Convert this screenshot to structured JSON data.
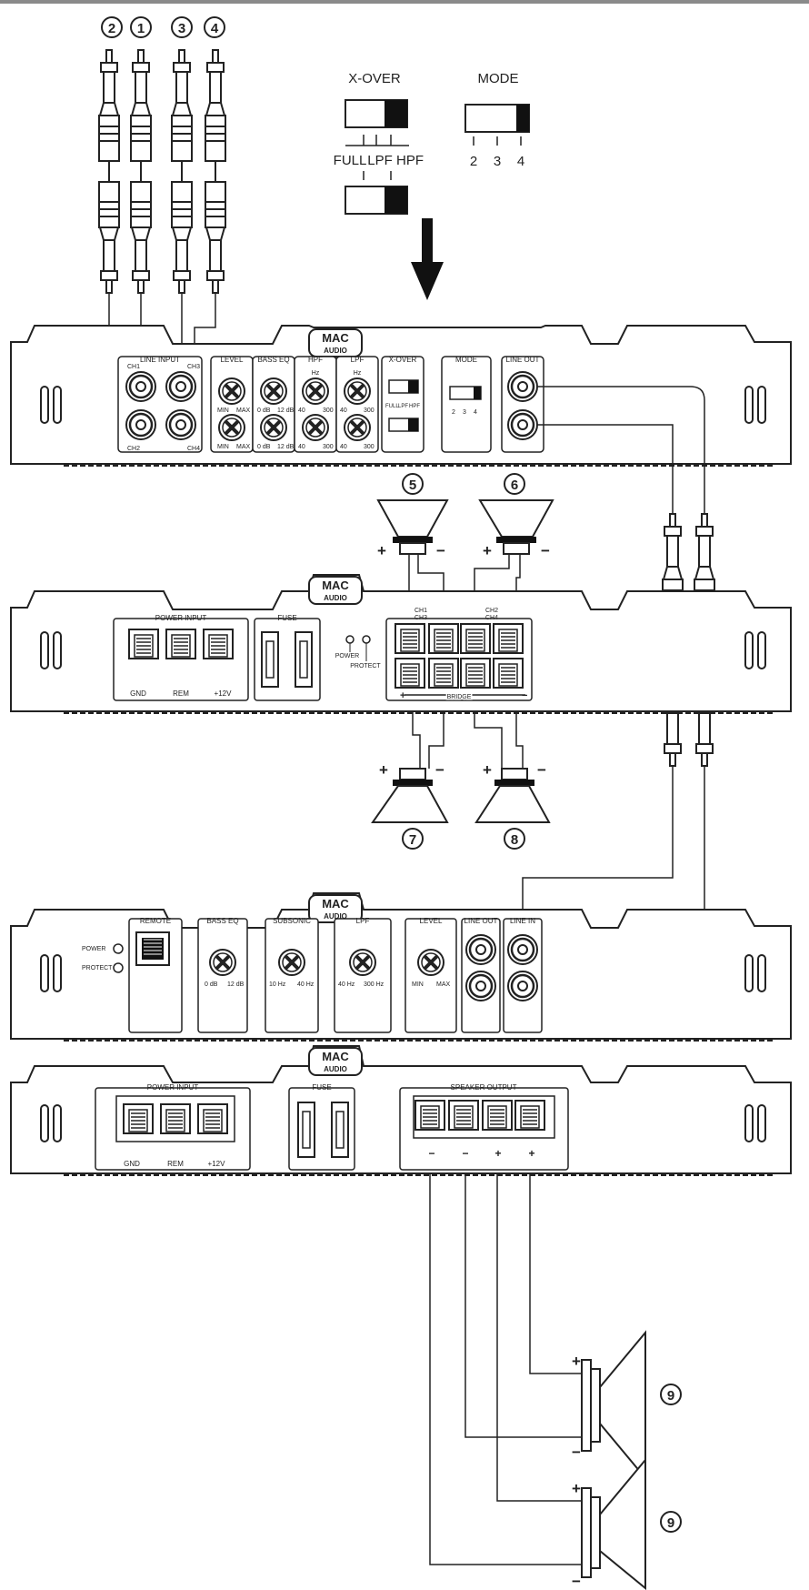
{
  "header_labels": {
    "xover": "X-OVER",
    "mode": "MODE"
  },
  "xover_switch_labels": [
    "FULL",
    "LPF",
    "HPF"
  ],
  "mode_switch_labels": [
    "2",
    "3",
    "4"
  ],
  "rca_numbers": [
    "2",
    "1",
    "3",
    "4"
  ],
  "speaker_numbers": {
    "s5": "5",
    "s6": "6",
    "s7": "7",
    "s8": "8",
    "s9a": "9",
    "s9b": "9"
  },
  "brand": {
    "line1": "MAC",
    "line2": "AUDIO"
  },
  "amp1": {
    "sections": [
      "LINE INPUT",
      "LEVEL",
      "BASS EQ",
      "HPF",
      "LPF",
      "X-OVER",
      "MODE",
      "LINE OUT"
    ],
    "input_channels": [
      "CH1",
      "CH2",
      "CH3",
      "CH4"
    ],
    "level_labels": [
      "MIN",
      "MAX",
      "MIN",
      "MAX"
    ],
    "bass_labels": [
      "0 dB",
      "12 dB",
      "0 dB",
      "12 dB"
    ],
    "hpf_labels": [
      "Hz",
      "40",
      "300",
      "40",
      "300"
    ],
    "lpf_labels": [
      "Hz",
      "40",
      "300",
      "40",
      "300"
    ],
    "xover_labels": [
      "FULL",
      "LPF",
      "HPF"
    ],
    "mode_labels": [
      "2",
      "3",
      "4"
    ]
  },
  "amp2": {
    "power_input": "POWER INPUT",
    "power_terminals": [
      "GND",
      "REM",
      "+12V"
    ],
    "fuse": "FUSE",
    "leds": [
      "POWER",
      "PROTECT"
    ],
    "channel_labels": [
      "CH1",
      "CH3",
      "CH2",
      "CH4"
    ],
    "bridge": "BRIDGE"
  },
  "amp3": {
    "leds": [
      "POWER",
      "PROTECT"
    ],
    "sections": [
      "REMOTE",
      "BASS EQ",
      "SUBSONIC",
      "LPF",
      "LEVEL",
      "LINE OUT",
      "LINE IN"
    ],
    "bass_labels": [
      "0 dB",
      "12 dB"
    ],
    "subsonic_labels": [
      "10 Hz",
      "40 Hz"
    ],
    "lpf_labels": [
      "40 Hz",
      "300 Hz"
    ],
    "level_labels": [
      "MIN",
      "MAX"
    ]
  },
  "amp4": {
    "power_input": "POWER INPUT",
    "power_terminals": [
      "GND",
      "REM",
      "+12V"
    ],
    "fuse": "FUSE",
    "speaker_output": "SPEAKER OUTPUT",
    "output_polarity": [
      "−",
      "−",
      "+",
      "+"
    ]
  },
  "polarity": {
    "plus": "+",
    "minus": "−"
  }
}
